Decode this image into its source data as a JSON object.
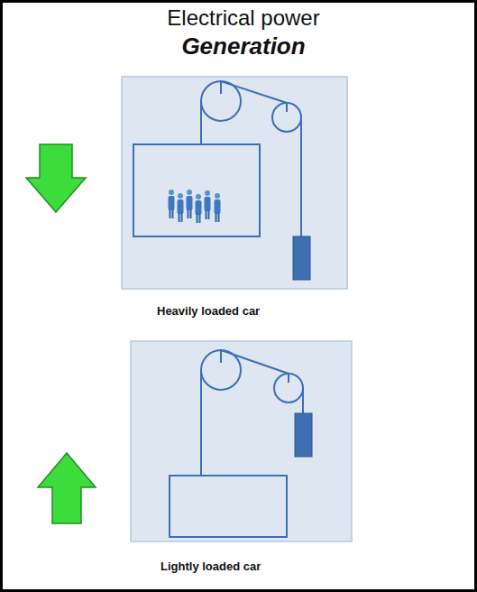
{
  "diagram": {
    "title": "Electrical power",
    "labels": [
      "Generation",
      "Heavily loaded car",
      "Lightly loaded car"
    ]
  }
}
